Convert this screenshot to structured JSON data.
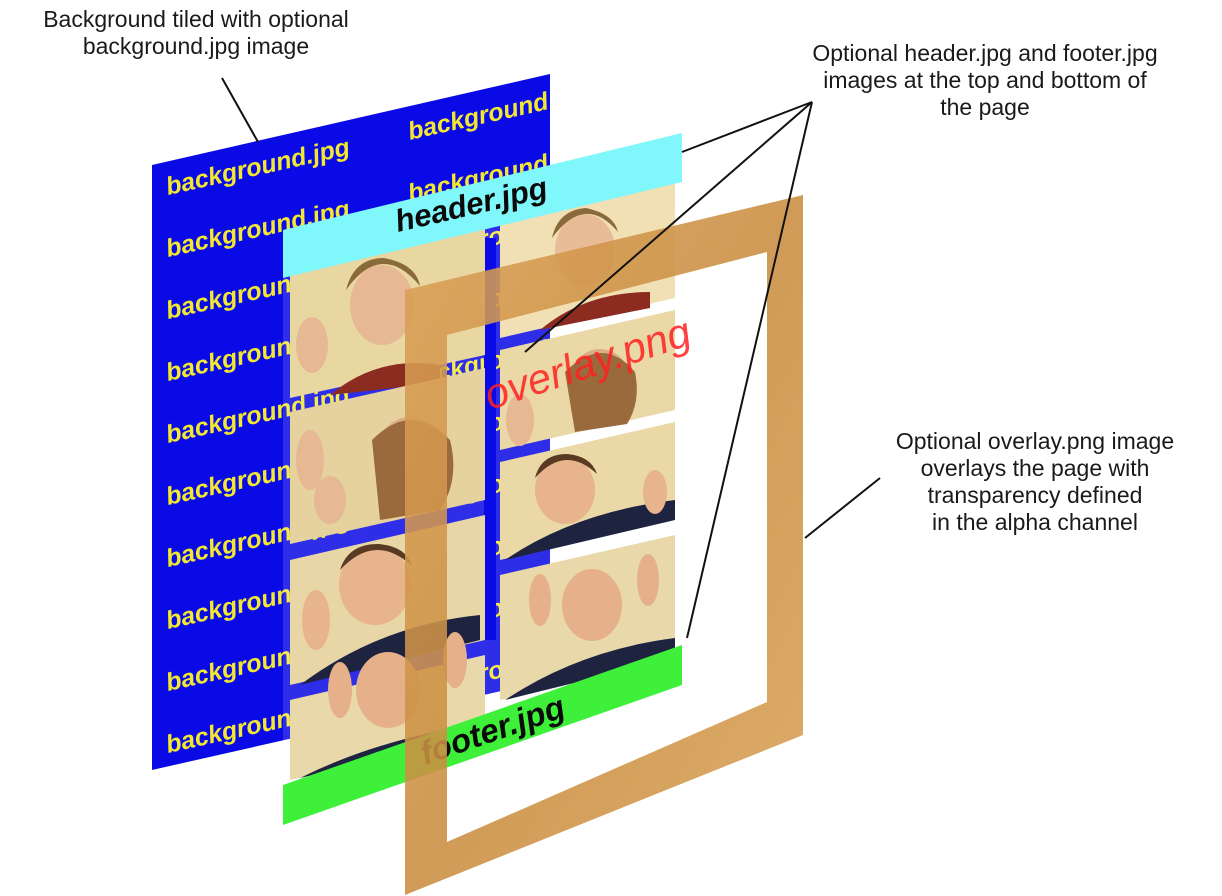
{
  "callouts": {
    "background": [
      "Background tiled with optional",
      "background.jpg image"
    ],
    "header_footer": [
      "Optional header.jpg and footer.jpg",
      "images at the top and bottom of",
      "the page"
    ],
    "overlay": [
      "Optional overlay.png image",
      "overlays the page with",
      "transparency defined",
      "in the alpha channel"
    ]
  },
  "layers": {
    "background_tile_text": "background.jpg",
    "header_label": "header.jpg",
    "footer_label": "footer.jpg",
    "overlay_label": "overlay.png"
  },
  "colors": {
    "background_layer": "#0a0ae6",
    "tile_text": "#f2e830",
    "header_band": "#7ff7fb",
    "footer_band": "#3ef03a",
    "overlay_frame": "#d59a45",
    "overlay_text": "#ff2020",
    "leader_line": "#111111"
  }
}
